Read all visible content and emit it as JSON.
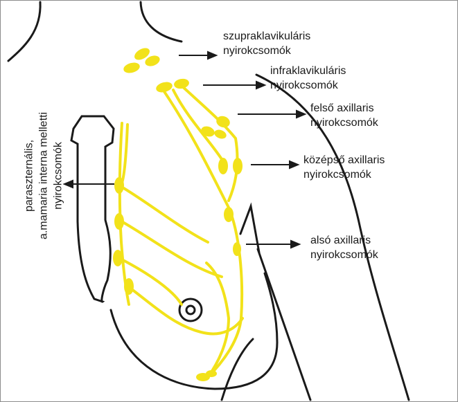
{
  "labels": {
    "supraclavicular": {
      "line1": "szupraklavikuláris",
      "line2": "nyirokcsomók"
    },
    "infraclavicular": {
      "line1": "infraklavikuláris",
      "line2": "nyirokcsomók"
    },
    "upper_axillary": {
      "line1": "felső axillaris",
      "line2": "nyirokcsomók"
    },
    "middle_axillary": {
      "line1": "középső axillaris",
      "line2": "nyirokcsomók"
    },
    "lower_axillary": {
      "line1": "alsó axillaris",
      "line2": "nyirokcsomók"
    },
    "parasternal": {
      "line1": "paraszternális,",
      "line2": "a.mamaria interna melletti",
      "line3": "nyirokcsomók"
    }
  },
  "colors": {
    "outline": "#1a1a1a",
    "lymph": "#f2e21a",
    "border": "#8c8c8c"
  }
}
